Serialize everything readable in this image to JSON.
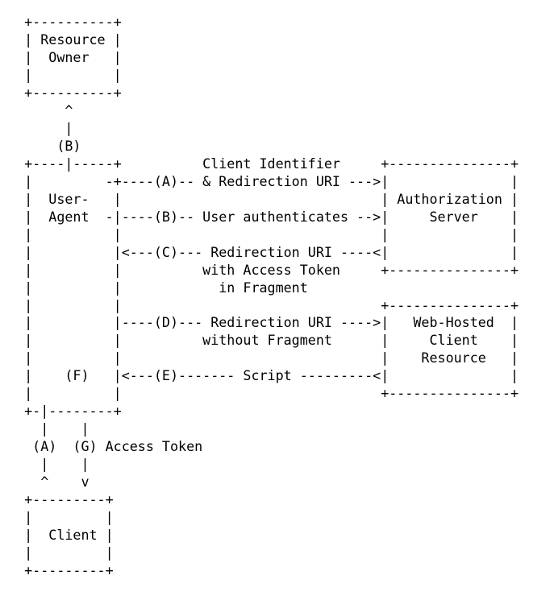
{
  "page": {
    "background_color": "#ffffff",
    "text_color": "#000000"
  },
  "diagram": {
    "kind": "ascii-flow-diagram",
    "entities": [
      "Resource Owner",
      "User-Agent",
      "Authorization Server",
      "Web-Hosted Client Resource",
      "Client"
    ],
    "flow_labels": [
      {
        "step": "(A)",
        "text": "Client Identifier & Redirection URI"
      },
      {
        "step": "(B)",
        "text": "User authenticates"
      },
      {
        "step": "(C)",
        "text": "Redirection URI with Access Token in Fragment"
      },
      {
        "step": "(D)",
        "text": "Redirection URI without Fragment"
      },
      {
        "step": "(E)",
        "text": "Script"
      },
      {
        "step": "(F)",
        "text": ""
      },
      {
        "step": "(G)",
        "text": "Access Token"
      }
    ],
    "lines": [
      "   +----------+",
      "   | Resource |",
      "   |  Owner   |",
      "   |          |",
      "   +----------+",
      "        ^",
      "        |",
      "       (B)",
      "   +----|-----+          Client Identifier     +---------------+",
      "   |         -+----(A)-- & Redirection URI --->|               |",
      "   |  User-   |                                | Authorization |",
      "   |  Agent  -|----(B)-- User authenticates -->|     Server    |",
      "   |          |                                |               |",
      "   |          |<---(C)--- Redirection URI ----<|               |",
      "   |          |          with Access Token     +---------------+",
      "   |          |            in Fragment",
      "   |          |                                +---------------+",
      "   |          |----(D)--- Redirection URI ---->|   Web-Hosted  |",
      "   |          |          without Fragment      |     Client    |",
      "   |          |                                |    Resource   |",
      "   |    (F)   |<---(E)------- Script ---------<|               |",
      "   |          |                                +---------------+",
      "   +-|--------+",
      "     |    |",
      "    (A)  (G) Access Token",
      "     |    |",
      "     ^    v",
      "   +---------+",
      "   |         |",
      "   |  Client |",
      "   |         |",
      "   +---------+"
    ]
  }
}
